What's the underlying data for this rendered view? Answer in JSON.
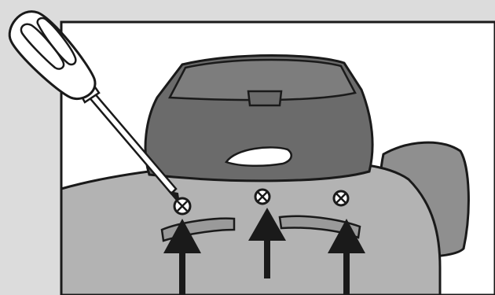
{
  "figure": {
    "subject": "remove-three-screws",
    "colors": {
      "background": "#dcdcdc",
      "panel": "#ffffff",
      "device_body": "#b3b3b3",
      "device_cover": "#6b6b6b",
      "cover_top": "#7d7d7d",
      "wheel": "#8f8f8f",
      "outline": "#1a1a1a",
      "screwdriver_handle": "#ffffff",
      "arrow": "#1a1a1a"
    },
    "icons": [
      "screwdriver-icon",
      "screw-icon",
      "arrow-up-icon"
    ],
    "screw_count": 3,
    "arrow_count": 3
  }
}
